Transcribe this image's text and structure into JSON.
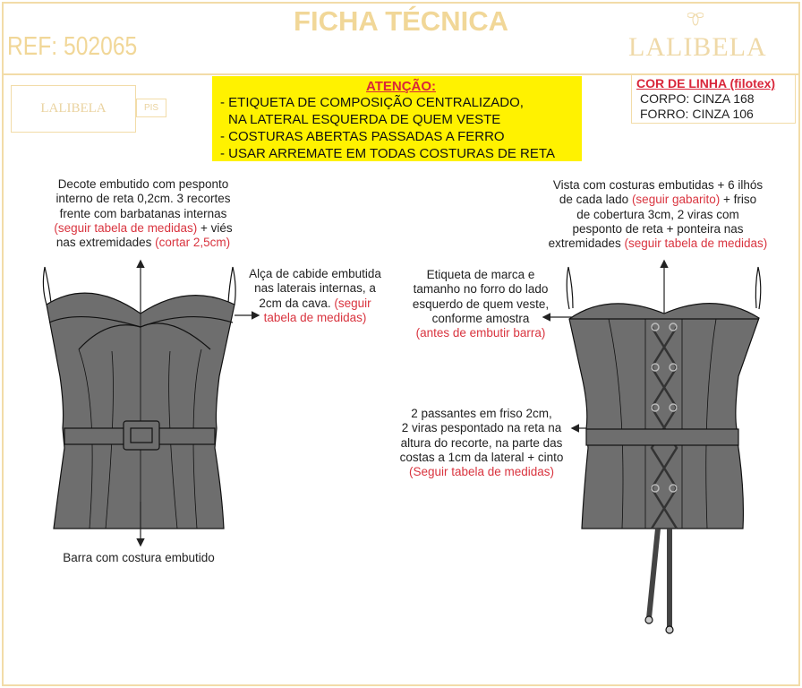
{
  "header": {
    "title": "FICHA TÉCNICA",
    "ref": "REF: 502065",
    "brand": "LALIBELA"
  },
  "label": {
    "brand": "LALIBELA",
    "size": "PIS"
  },
  "attention": {
    "title": "ATENÇÃO:",
    "items": [
      "- ETIQUETA DE COMPOSIÇÃO CENTRALIZADO,",
      "  NA LATERAL ESQUERDA DE QUEM VESTE",
      "- COSTURAS ABERTAS PASSADAS A FERRO",
      "- USAR ARREMATE EM TODAS COSTURAS DE RETA"
    ]
  },
  "thread": {
    "title": "COR DE LINHA (filotex)",
    "body": "CORPO: CINZA 168",
    "lining": "FORRO: CINZA 106"
  },
  "notes": {
    "neckline": {
      "l1": "Decote embutido com pesponto",
      "l2": "interno de reta 0,2cm. 3 recortes",
      "l3": "frente com barbatanas internas",
      "l4r": "(seguir tabela de medidas)",
      "l4": " + viés",
      "l5": "nas extremidades ",
      "l5r": "(cortar 2,5cm)"
    },
    "strap": {
      "l1": "Alça de cabide embutida",
      "l2": "nas laterais internas, a",
      "l3": "2cm da cava. ",
      "l3r": "(seguir",
      "l4r": "tabela de medidas)"
    },
    "hem": {
      "l1": "Barra com costura embutido"
    },
    "back": {
      "l1": "Vista com costuras embutidas + 6 ilhós",
      "l2": "de cada lado ",
      "l2r": "(seguir gabarito)",
      "l2b": " + friso",
      "l3": "de cobertura 3cm, 2 viras com",
      "l4": "pesponto de reta + ponteira nas",
      "l5": "extremidades ",
      "l5r": "(seguir tabela de medidas)"
    },
    "tag": {
      "l1": "Etiqueta de marca e",
      "l2": "tamanho no forro do lado",
      "l3": "esquerdo de quem veste,",
      "l4": "conforme amostra",
      "l5r": "(antes de embutir barra)"
    },
    "loops": {
      "l1": "2 passantes em friso 2cm,",
      "l2": "2 viras pespontado na reta na",
      "l3": "altura do recorte, na parte das",
      "l4": "costas a 1cm da lateral + cinto",
      "l5r": "(Seguir tabela de medidas)"
    }
  },
  "colors": {
    "accent": "#f1d798",
    "red": "#d9343f",
    "highlight": "#fff200",
    "garment": "#6e6e6e"
  }
}
